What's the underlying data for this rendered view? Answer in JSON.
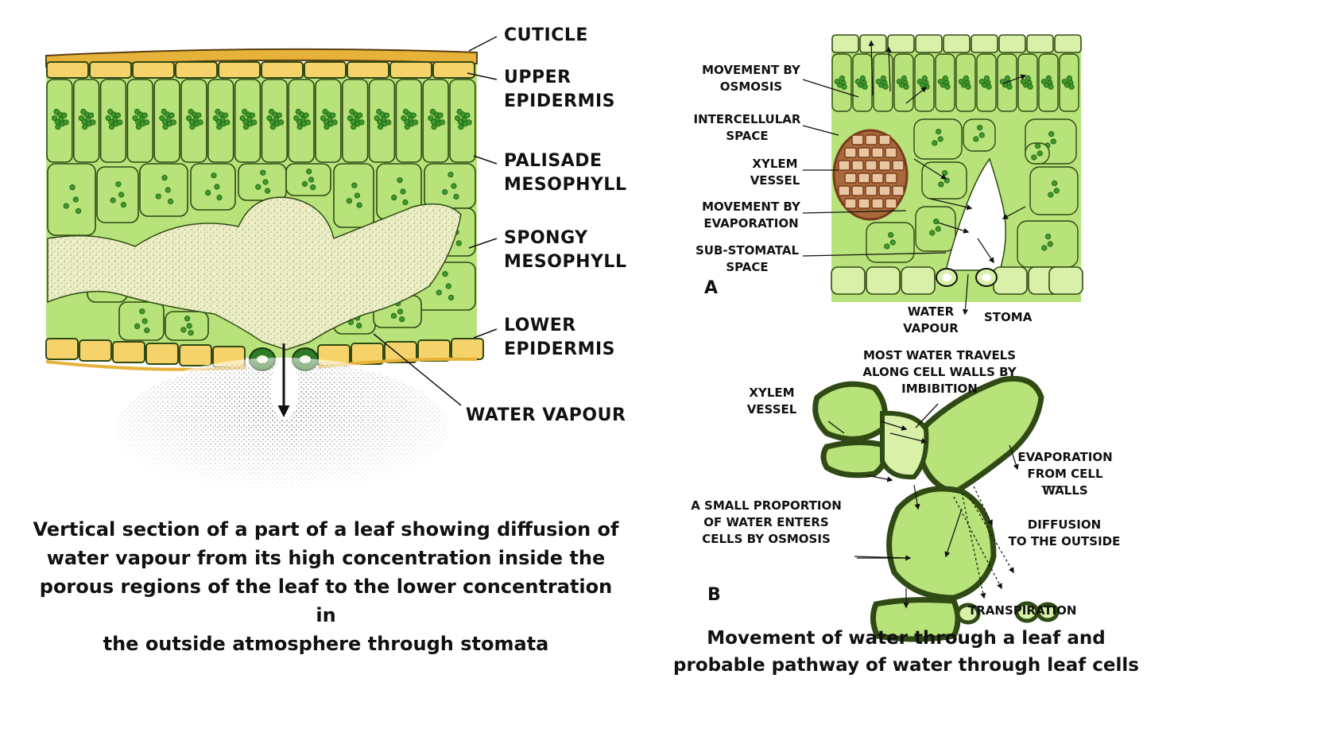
{
  "left_figure": {
    "labels": {
      "cuticle": "CUTICLE",
      "upper_epidermis": [
        "UPPER",
        "EPIDERMIS"
      ],
      "palisade": [
        "PALISADE",
        "MESOPHYLL"
      ],
      "spongy": [
        "SPONGY",
        "MESOPHYLL"
      ],
      "lower_epidermis": [
        "LOWER",
        "EPIDERMIS"
      ],
      "water_vapour": "WATER VAPOUR"
    },
    "caption": [
      "Vertical section of a part of a leaf showing diffusion of",
      "water vapour from its high concentration inside the",
      "porous regions of the leaf to the lower concentration in",
      "the outside atmosphere through stomata"
    ]
  },
  "figure_a": {
    "letter": "A",
    "labels": {
      "osmosis": [
        "MOVEMENT BY",
        "OSMOSIS"
      ],
      "intercellular": [
        "INTERCELLULAR",
        "SPACE"
      ],
      "xylem": [
        "XYLEM",
        "VESSEL"
      ],
      "evaporation": [
        "MOVEMENT BY",
        "EVAPORATION"
      ],
      "substomatal": [
        "SUB-STOMATAL",
        "SPACE"
      ],
      "water_vapour": [
        "WATER",
        "VAPOUR"
      ],
      "stoma": "STOMA"
    }
  },
  "figure_b": {
    "letter": "B",
    "labels": {
      "most_water": [
        "MOST WATER TRAVELS",
        "ALONG CELL WALLS BY",
        "IMBIBITION"
      ],
      "xylem": [
        "XYLEM",
        "VESSEL"
      ],
      "evaporation": [
        "EVAPORATION",
        "FROM CELL",
        "WALLS"
      ],
      "small_proportion": [
        "A SMALL PROPORTION",
        "OF WATER ENTERS",
        "CELLS BY OSMOSIS"
      ],
      "diffusion": [
        "DIFFUSION",
        "TO THE OUTSIDE"
      ],
      "transpiration": "TRANSPIRATION"
    }
  },
  "right_caption": [
    "Movement of water through a leaf and",
    "probable pathway of water through leaf cells"
  ],
  "colors": {
    "cell_fill": "#b8e27a",
    "cell_fill_light": "#d9f0a8",
    "cell_stroke": "#2f4a14",
    "chloroplast": "#3d9a2a",
    "epidermis": "#f5d36a",
    "cuticle": "#e6b23a",
    "air_space": "#e9ecc4",
    "xylem": "#7a3b1c"
  }
}
